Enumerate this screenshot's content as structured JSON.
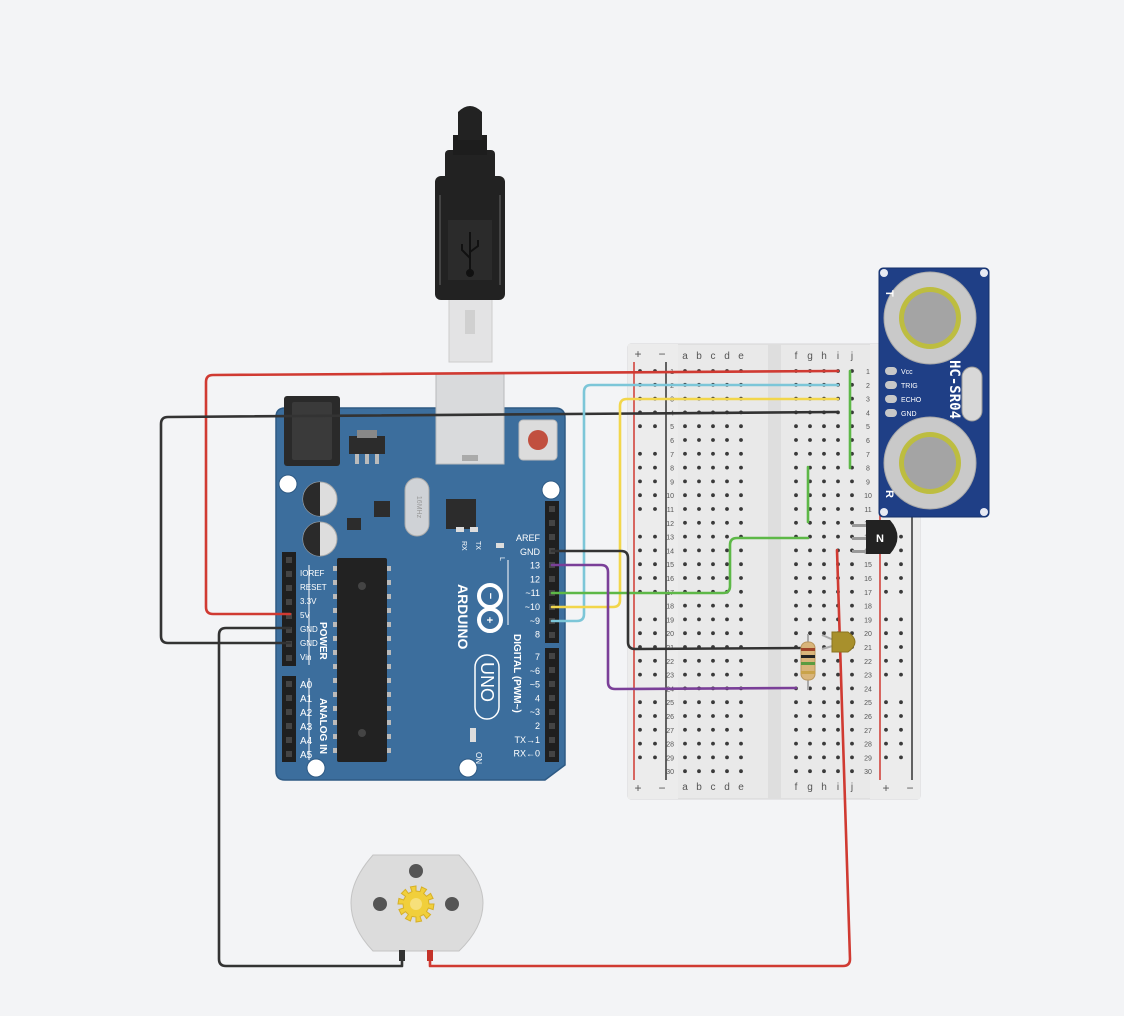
{
  "board": {
    "brand": "ARDUINO",
    "model": "UNO",
    "digital_title": "DIGITAL (PWM~)",
    "power_title": "POWER",
    "analog_title": "ANALOG IN",
    "chip_label": "16MHz",
    "on_label": "ON",
    "rx_led": "RX",
    "tx_led": "TX",
    "l_led": "L",
    "power_pins": [
      "IOREF",
      "RESET",
      "3.3V",
      "5V",
      "GND",
      "GND",
      "Vin"
    ],
    "analog_pins": [
      "A0",
      "A1",
      "A2",
      "A3",
      "A4",
      "A5"
    ],
    "digital_top": [
      "AREF",
      "GND",
      "13",
      "12",
      "~11",
      "~10",
      "~9",
      "8"
    ],
    "digital_bottom": [
      "7",
      "~6",
      "~5",
      "4",
      "~3",
      "2",
      "TX→1",
      "RX←0"
    ]
  },
  "breadboard": {
    "col_left": [
      "a",
      "b",
      "c",
      "d",
      "e"
    ],
    "col_right": [
      "f",
      "g",
      "h",
      "i",
      "j"
    ],
    "rails": [
      "+",
      "−"
    ],
    "row_count": 30
  },
  "sensor": {
    "name": "HC-SR04",
    "pins": [
      "Vcc",
      "TRIG",
      "ECHO",
      "GND"
    ],
    "t_mark": "T",
    "r_mark": "R"
  },
  "transistor": {
    "label": "N"
  },
  "colors": {
    "board": "#3c6e9d",
    "sensor": "#1f3f86",
    "wire_red": "#d03a32",
    "wire_black": "#333333",
    "wire_blue": "#7cc6d8",
    "wire_yellow": "#f2d64b",
    "wire_green": "#5db847",
    "wire_purple": "#7a3f98",
    "led": "#a8902c",
    "background": "#f3f4f6"
  }
}
